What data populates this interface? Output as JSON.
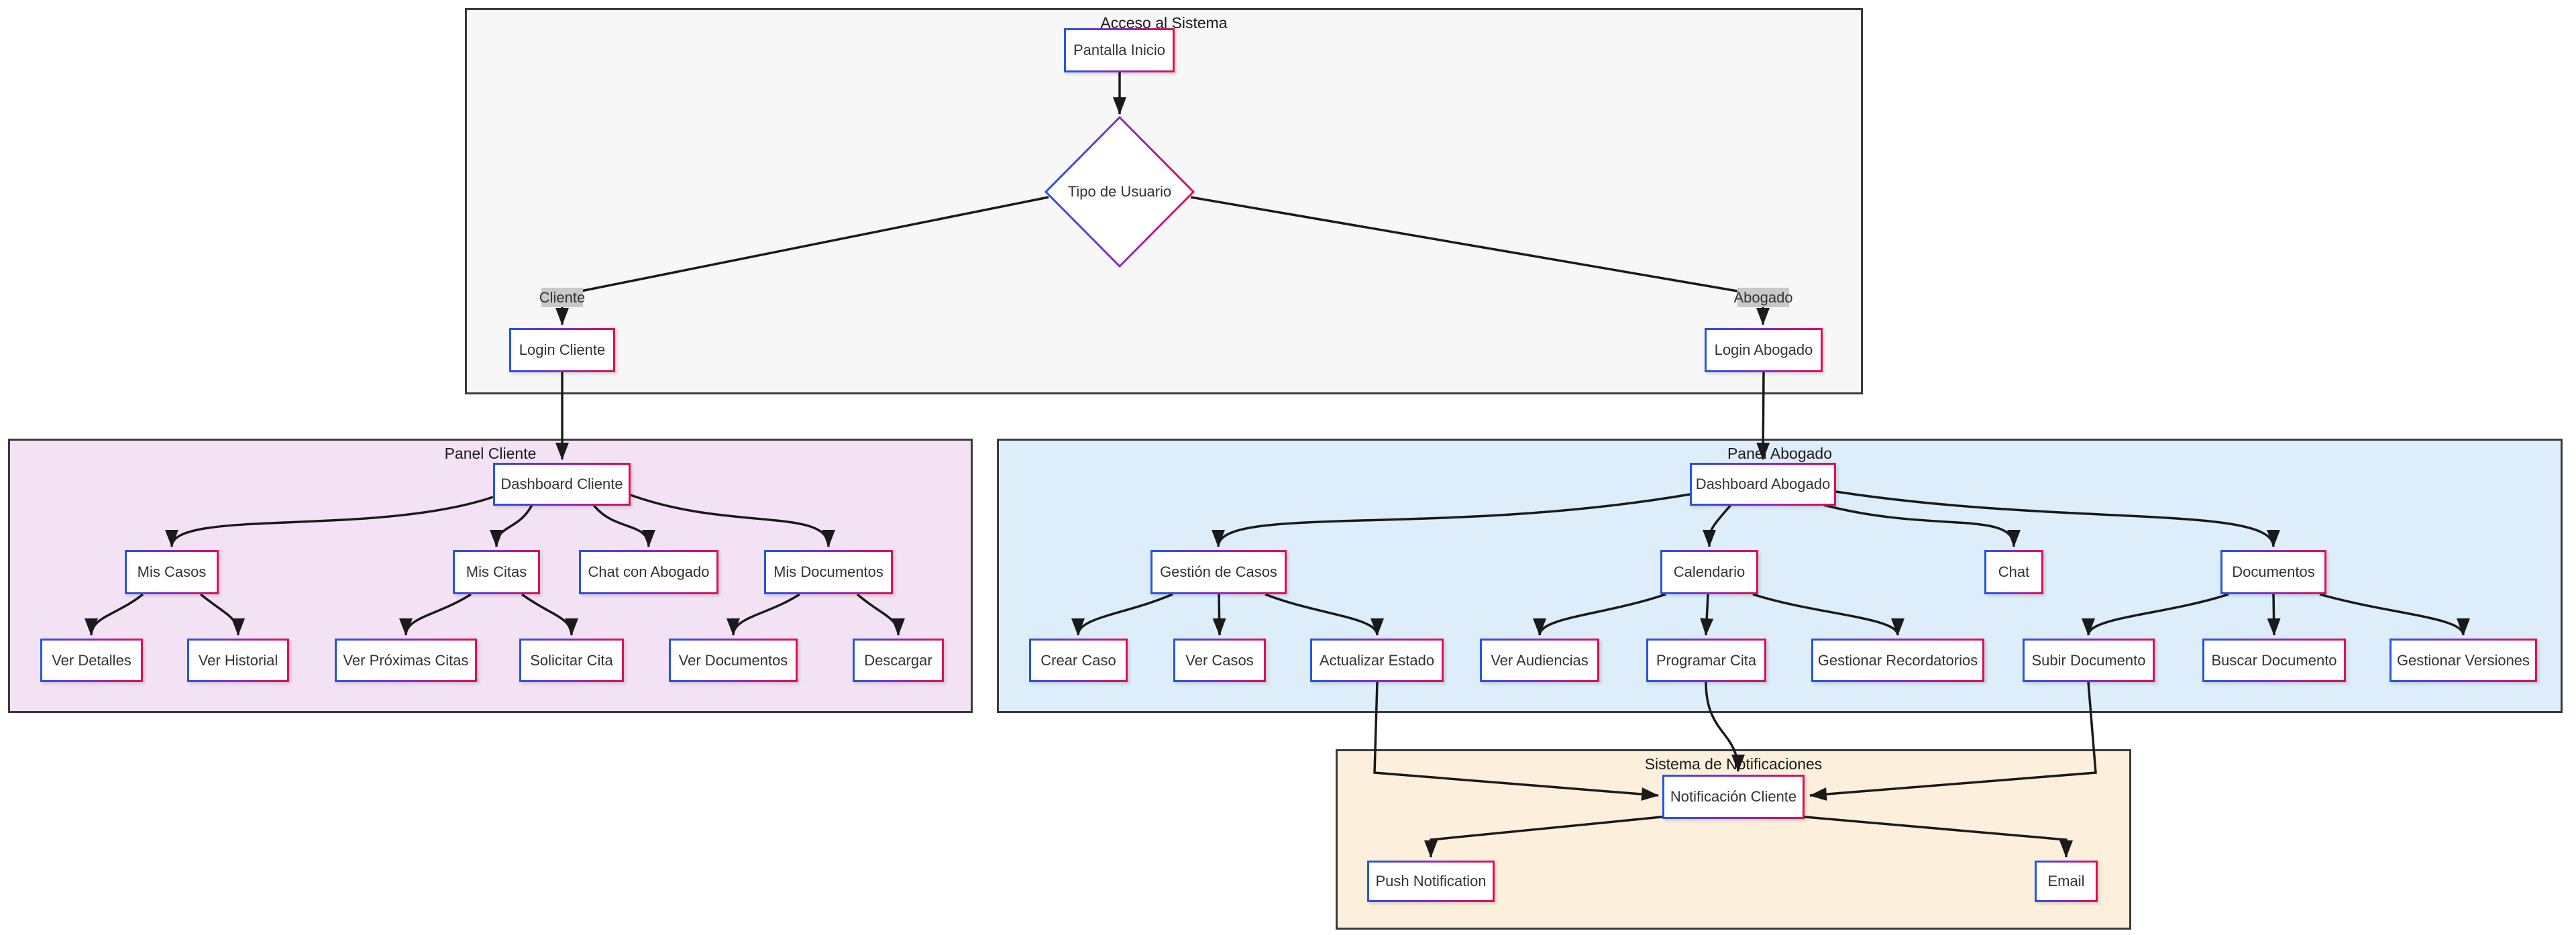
{
  "diagram_type": "flowchart",
  "clusters": {
    "acceso": {
      "title": "Acceso al Sistema"
    },
    "panel_cliente": {
      "title": "Panel Cliente"
    },
    "panel_abogado": {
      "title": "Panel Abogado"
    },
    "notificaciones": {
      "title": "Sistema de Notificaciones"
    }
  },
  "nodes": {
    "pantalla_inicio": {
      "label": "Pantalla Inicio",
      "shape": "rect"
    },
    "tipo_usuario": {
      "label": "Tipo de Usuario",
      "shape": "diamond"
    },
    "login_cliente": {
      "label": "Login Cliente",
      "shape": "rect"
    },
    "login_abogado": {
      "label": "Login Abogado",
      "shape": "rect"
    },
    "dashboard_cliente": {
      "label": "Dashboard Cliente",
      "shape": "rect"
    },
    "mis_casos": {
      "label": "Mis Casos",
      "shape": "rect"
    },
    "mis_citas": {
      "label": "Mis Citas",
      "shape": "rect"
    },
    "chat_con_abogado": {
      "label": "Chat con Abogado",
      "shape": "rect"
    },
    "mis_documentos": {
      "label": "Mis Documentos",
      "shape": "rect"
    },
    "ver_detalles": {
      "label": "Ver Detalles",
      "shape": "rect"
    },
    "ver_historial": {
      "label": "Ver Historial",
      "shape": "rect"
    },
    "ver_proximas_citas": {
      "label": "Ver Próximas Citas",
      "shape": "rect"
    },
    "solicitar_cita": {
      "label": "Solicitar Cita",
      "shape": "rect"
    },
    "ver_documentos": {
      "label": "Ver Documentos",
      "shape": "rect"
    },
    "descargar": {
      "label": "Descargar",
      "shape": "rect"
    },
    "dashboard_abogado": {
      "label": "Dashboard Abogado",
      "shape": "rect"
    },
    "gestion_casos": {
      "label": "Gestión de Casos",
      "shape": "rect"
    },
    "calendario": {
      "label": "Calendario",
      "shape": "rect"
    },
    "chat": {
      "label": "Chat",
      "shape": "rect"
    },
    "documentos": {
      "label": "Documentos",
      "shape": "rect"
    },
    "crear_caso": {
      "label": "Crear Caso",
      "shape": "rect"
    },
    "ver_casos": {
      "label": "Ver Casos",
      "shape": "rect"
    },
    "actualizar_estado": {
      "label": "Actualizar Estado",
      "shape": "rect"
    },
    "ver_audiencias": {
      "label": "Ver Audiencias",
      "shape": "rect"
    },
    "programar_cita": {
      "label": "Programar Cita",
      "shape": "rect"
    },
    "gestionar_recordatorios": {
      "label": "Gestionar Recordatorios",
      "shape": "rect"
    },
    "subir_documento": {
      "label": "Subir Documento",
      "shape": "rect"
    },
    "buscar_documento": {
      "label": "Buscar Documento",
      "shape": "rect"
    },
    "gestionar_versiones": {
      "label": "Gestionar Versiones",
      "shape": "rect"
    },
    "notificacion_cliente": {
      "label": "Notificación Cliente",
      "shape": "rect"
    },
    "push_notification": {
      "label": "Push Notification",
      "shape": "rect"
    },
    "email": {
      "label": "Email",
      "shape": "rect"
    }
  },
  "edges": [
    {
      "from": "Pantalla Inicio",
      "to": "Tipo de Usuario",
      "label": ""
    },
    {
      "from": "Tipo de Usuario",
      "to": "Login Cliente",
      "label": "Cliente"
    },
    {
      "from": "Tipo de Usuario",
      "to": "Login Abogado",
      "label": "Abogado"
    },
    {
      "from": "Login Cliente",
      "to": "Dashboard Cliente",
      "label": ""
    },
    {
      "from": "Login Abogado",
      "to": "Dashboard Abogado",
      "label": ""
    },
    {
      "from": "Dashboard Cliente",
      "to": "Mis Casos",
      "label": ""
    },
    {
      "from": "Dashboard Cliente",
      "to": "Mis Citas",
      "label": ""
    },
    {
      "from": "Dashboard Cliente",
      "to": "Chat con Abogado",
      "label": ""
    },
    {
      "from": "Dashboard Cliente",
      "to": "Mis Documentos",
      "label": ""
    },
    {
      "from": "Mis Casos",
      "to": "Ver Detalles",
      "label": ""
    },
    {
      "from": "Mis Casos",
      "to": "Ver Historial",
      "label": ""
    },
    {
      "from": "Mis Citas",
      "to": "Ver Próximas Citas",
      "label": ""
    },
    {
      "from": "Mis Citas",
      "to": "Solicitar Cita",
      "label": ""
    },
    {
      "from": "Mis Documentos",
      "to": "Ver Documentos",
      "label": ""
    },
    {
      "from": "Mis Documentos",
      "to": "Descargar",
      "label": ""
    },
    {
      "from": "Dashboard Abogado",
      "to": "Gestión de Casos",
      "label": ""
    },
    {
      "from": "Dashboard Abogado",
      "to": "Calendario",
      "label": ""
    },
    {
      "from": "Dashboard Abogado",
      "to": "Chat",
      "label": ""
    },
    {
      "from": "Dashboard Abogado",
      "to": "Documentos",
      "label": ""
    },
    {
      "from": "Gestión de Casos",
      "to": "Crear Caso",
      "label": ""
    },
    {
      "from": "Gestión de Casos",
      "to": "Ver Casos",
      "label": ""
    },
    {
      "from": "Gestión de Casos",
      "to": "Actualizar Estado",
      "label": ""
    },
    {
      "from": "Calendario",
      "to": "Ver Audiencias",
      "label": ""
    },
    {
      "from": "Calendario",
      "to": "Programar Cita",
      "label": ""
    },
    {
      "from": "Calendario",
      "to": "Gestionar Recordatorios",
      "label": ""
    },
    {
      "from": "Documentos",
      "to": "Subir Documento",
      "label": ""
    },
    {
      "from": "Documentos",
      "to": "Buscar Documento",
      "label": ""
    },
    {
      "from": "Documentos",
      "to": "Gestionar Versiones",
      "label": ""
    },
    {
      "from": "Actualizar Estado",
      "to": "Notificación Cliente",
      "label": ""
    },
    {
      "from": "Programar Cita",
      "to": "Notificación Cliente",
      "label": ""
    },
    {
      "from": "Subir Documento",
      "to": "Notificación Cliente",
      "label": ""
    },
    {
      "from": "Notificación Cliente",
      "to": "Push Notification",
      "label": ""
    },
    {
      "from": "Notificación Cliente",
      "to": "Email",
      "label": ""
    }
  ],
  "colors": {
    "node_border_start": "#2653e8",
    "node_border_mid": "#8a28c9",
    "node_border_end": "#e60a55",
    "node_fill": "#ffffff",
    "edge_color": "#1a1a1a",
    "edge_label_bg": "#c9c9c9",
    "cluster_border": "#3a3a3a",
    "cluster_acceso_bg": "#f7f7f7",
    "cluster_cliente_bg": "#f3e2f4",
    "cluster_abogado_bg": "#deedfa",
    "cluster_notif_bg": "#fcf0dd",
    "text_color": "#333333"
  }
}
